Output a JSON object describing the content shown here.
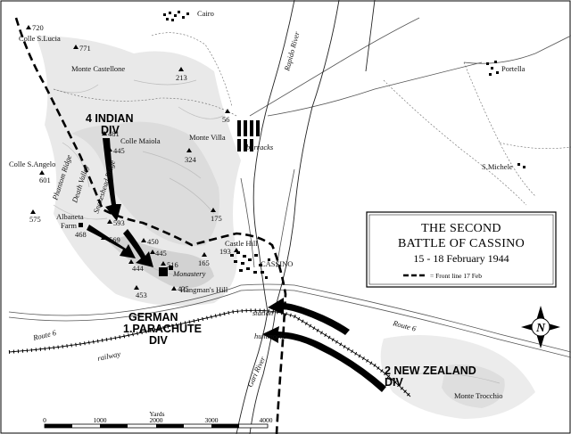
{
  "map": {
    "title_line1": "THE SECOND",
    "title_line2": "BATTLE OF CASSINO",
    "dates": "15 - 18 February 1944",
    "legend_label": "= Front line 17 Feb",
    "compass_label": "N",
    "scale": {
      "unit": "Yards",
      "ticks": [
        "0",
        "1000",
        "2000",
        "3000",
        "4000"
      ]
    },
    "units": {
      "indian_line1": "4 INDIAN",
      "indian_line2": "DIV",
      "german_line1": "GERMAN",
      "german_line2": "1.PARACHUTE",
      "german_line3": "DIV",
      "nz_line1": "2 NEW ZEALAND",
      "nz_line2": "DIV"
    },
    "places": {
      "cairo": "Cairo",
      "portella": "Portella",
      "smichele": "S.Michele",
      "colle_slucia": "Colle S.Lucia",
      "monte_castellone": "Monte Castellone",
      "colle_maiola": "Colle Maiola",
      "monte_villa": "Monte Villa",
      "colle_sangelo": "Colle S.Angelo",
      "albaneta": "Albaneta",
      "farm": "Farm",
      "castle_hill": "Castle Hill",
      "cassino": "CASSINO",
      "monastery": "Monastery",
      "hangmans_hill": "Hangman's Hill",
      "station": "station",
      "hummocks": "hummocks",
      "barracks": "barracks",
      "railway": "railway",
      "route6_west": "Route 6",
      "route6_east": "Route 6",
      "rapido_river": "Rapido River",
      "gari_river": "Gari River",
      "monte_trocchio": "Monte Trocchio",
      "phantom_ridge": "Phantom Ridge",
      "death_valley": "Death Valley",
      "snakeshead_ridge": "Snakeshead Ridge"
    },
    "heights": {
      "h720": "720",
      "h771": "771",
      "h213": "213",
      "h56": "56",
      "h481": "481",
      "h445a": "445",
      "h324": "324",
      "h601": "601",
      "h575": "575",
      "h468": "468",
      "h175": "175",
      "h593": "593",
      "h569": "569",
      "h450": "450",
      "h445b": "445",
      "h444": "444",
      "h516": "516",
      "h165": "165",
      "h193": "193",
      "h435": "435",
      "h453": "453"
    }
  }
}
